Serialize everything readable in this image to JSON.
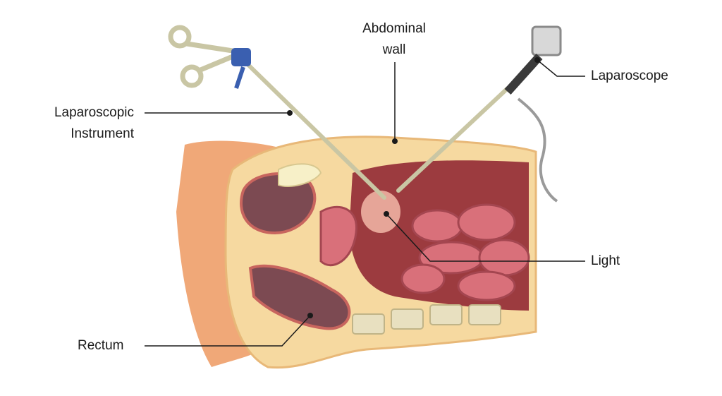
{
  "labels": {
    "abdominal_wall_line1": "Abdominal",
    "abdominal_wall_line2": "wall",
    "laparoscope": "Laparoscope",
    "instrument_line1": "Laparoscopic",
    "instrument_line2": "Instrument",
    "light": "Light",
    "rectum": "Rectum"
  },
  "colors": {
    "skin": "#f0a878",
    "fat": "#f6d9a0",
    "cavity": "#9c3b3f",
    "intestine": "#d9707a",
    "organ": "#7c4a52",
    "instrument": "#c9c6a4",
    "handle_blue": "#3a5fb0",
    "leader": "#1a1a1a"
  }
}
